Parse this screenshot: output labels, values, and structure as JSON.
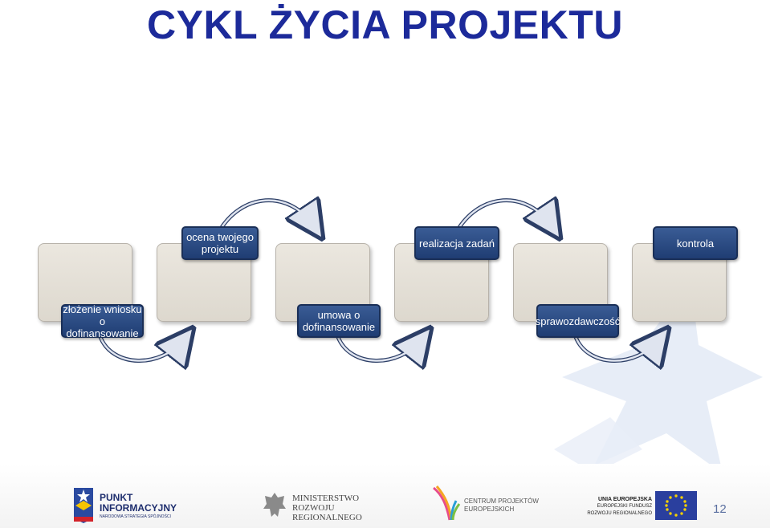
{
  "slide": {
    "title": "CYKL ŻYCIA PROJEKTU",
    "page_number": "12"
  },
  "process": {
    "top_labels": [
      "ocena twojego projektu",
      "realizacja zadań",
      "kontrola"
    ],
    "top_label_lines": [
      [
        "ocena twojego",
        "projektu"
      ],
      [
        "realizacja zadań"
      ],
      [
        "kontrola"
      ]
    ],
    "bottom_label_lines": [
      [
        "złożenie wniosku",
        "o dofinansowanie"
      ],
      [
        "umowa o",
        "dofinansowanie"
      ],
      [
        "sprawozdawczość"
      ]
    ]
  },
  "footer": {
    "logo1": {
      "line1": "PUNKT",
      "line2": "INFORMACYJNY",
      "line3": "NARODOWA STRATEGIA SPÓJNOŚCI"
    },
    "logo2": {
      "line1": "MINISTERSTWO",
      "line2": "ROZWOJU",
      "line3": "REGIONALNEGO"
    },
    "logo3": {
      "line1": "CENTRUM PROJEKTÓW",
      "line2": "EUROPEJSKICH"
    },
    "logo4": {
      "line1": "UNIA EUROPEJSKA",
      "line2": "EUROPEJSKI FUNDUSZ",
      "line3": "ROZWOJU REGIONALNEGO"
    }
  },
  "colors": {
    "title": "#1c2a9a",
    "label_fill": "#2b4a82",
    "eu_blue": "#2a3f9e",
    "star_light": "#dde6f4"
  }
}
